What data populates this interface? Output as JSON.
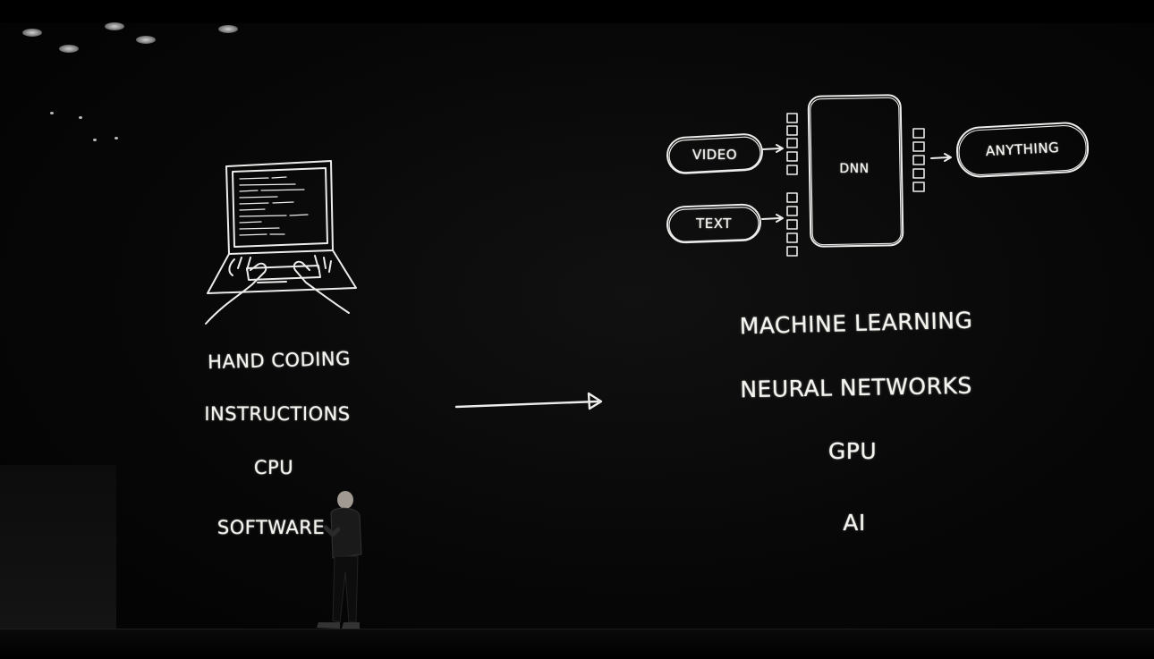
{
  "slide": {
    "left_column": [
      "HAND CODING",
      "INSTRUCTIONS",
      "CPU",
      "SOFTWARE"
    ],
    "right_column": [
      "MACHINE LEARNING",
      "NEURAL NETWORKS",
      "GPU",
      "AI"
    ],
    "diagram": {
      "input_1": "VIDEO",
      "input_2": "TEXT",
      "model": "DNN",
      "output": "ANYTHING"
    }
  },
  "icons": {
    "laptop": "laptop-typing-sketch-icon",
    "arrow": "arrow-right-icon",
    "presenter": "presenter-figure"
  },
  "colors": {
    "background": "#050505",
    "chalk": "#f4f4ef"
  }
}
